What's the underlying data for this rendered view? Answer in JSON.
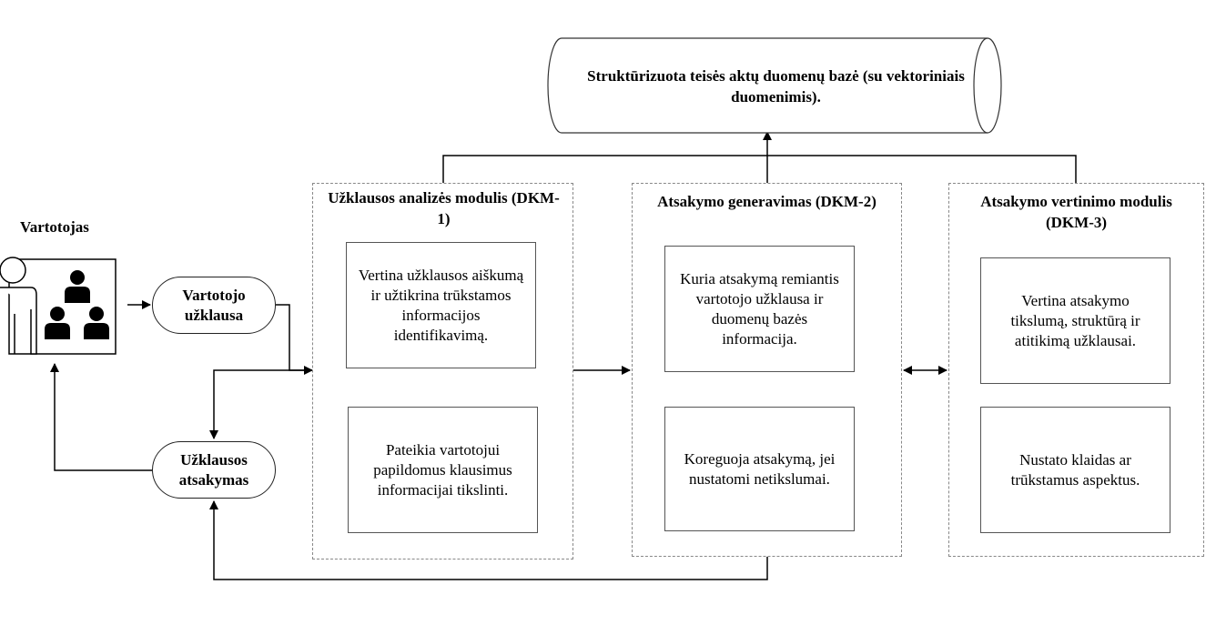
{
  "database": {
    "label": "Struktūrizuota teisės aktų duomenų bazė (su vektoriniais duomenimis)."
  },
  "user": {
    "label": "Vartotojas"
  },
  "user_query": {
    "label": "Vartotojo užklausa"
  },
  "query_answer": {
    "label": "Užklausos atsakymas"
  },
  "modules": [
    {
      "title": "Užklausos analizės modulis (DKM-1)",
      "boxes": [
        "Vertina užklausos aiškumą ir užtikrina trūkstamos informacijos identifikavimą.",
        "Pateikia vartotojui papildomus klausimus informacijai tikslinti."
      ]
    },
    {
      "title": "Atsakymo generavimas (DKM-2)",
      "boxes": [
        "Kuria atsakymą remiantis vartotojo užklausa ir duomenų bazės informacija.",
        "Koreguoja atsakymą, jei nustatomi netikslumai."
      ]
    },
    {
      "title": "Atsakymo vertinimo modulis (DKM-3)",
      "boxes": [
        "Vertina atsakymo tikslumą, struktūrą ir atitikimą užklausai.",
        "Nustato klaidas ar trūkstamus aspektus."
      ]
    }
  ]
}
